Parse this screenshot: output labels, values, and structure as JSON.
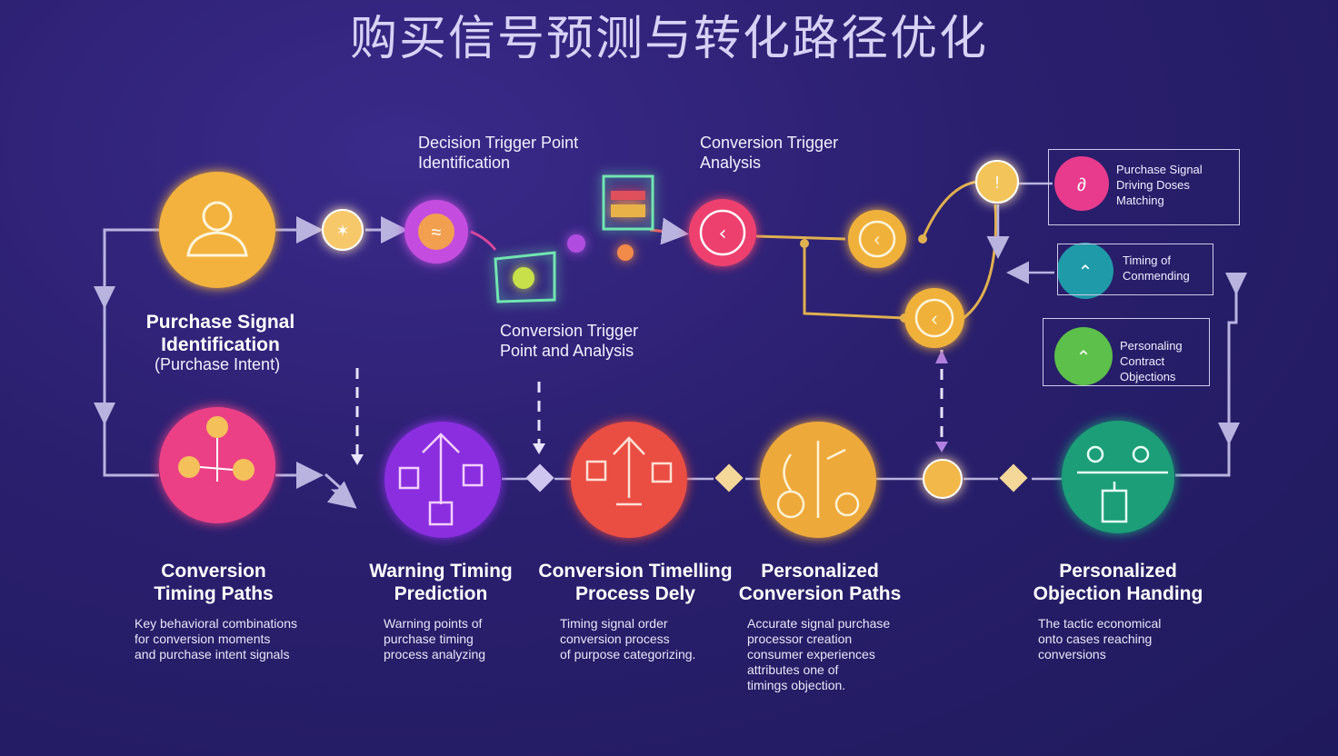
{
  "title": "购买信号预测与转化路径优化",
  "top_labels": {
    "decision_trigger": [
      "Decision Trigger Point",
      "Identification"
    ],
    "conversion_trigger": [
      "Conversion Trigger",
      "Analysis"
    ],
    "conversion_trigger_point": [
      "Conversion Trigger",
      "Point and Analysis"
    ]
  },
  "purchase_signal": {
    "title": [
      "Purchase Signal",
      "Identification"
    ],
    "subtitle": "(Purchase Intent)"
  },
  "stages": [
    {
      "title": [
        "Conversion",
        "Timing Paths"
      ],
      "desc": [
        "Key behavioral combinations",
        "for conversion moments",
        "and purchase intent signals",
        "",
        ""
      ],
      "color": "#ec3f86"
    },
    {
      "title": [
        "Warning Timing",
        "Prediction"
      ],
      "desc": [
        "Warning points of",
        "purchase timing",
        "process analyzing"
      ],
      "color": "#8a2fe0"
    },
    {
      "title": [
        "Conversion Timelling",
        "Process Dely"
      ],
      "desc": [
        "Timing signal order",
        "conversion process",
        "of purpose categorizing."
      ],
      "color": "#ea4e43"
    },
    {
      "title": [
        "Personalized",
        "Conversion Paths"
      ],
      "desc": [
        "Accurate signal purchase",
        "processor creation",
        "consumer experiences",
        "attributes one of",
        "timings objection."
      ],
      "color": "#eea93a"
    },
    {
      "title": [
        "Personalized",
        "Objection Handing"
      ],
      "desc": [
        "The tactic economical",
        "onto cases reaching",
        "conversions"
      ],
      "color": "#1f9e78"
    }
  ],
  "side_boxes": [
    {
      "lines": [
        "Purchase Signal",
        "Driving Doses",
        "Matching"
      ],
      "color": "#e83b8d"
    },
    {
      "lines": [
        "Timing of",
        "Conmending"
      ],
      "color": "#1f9aa8"
    },
    {
      "lines": [
        "Personaling",
        "Contract",
        "Objections"
      ],
      "color": "#5cc04a"
    }
  ]
}
